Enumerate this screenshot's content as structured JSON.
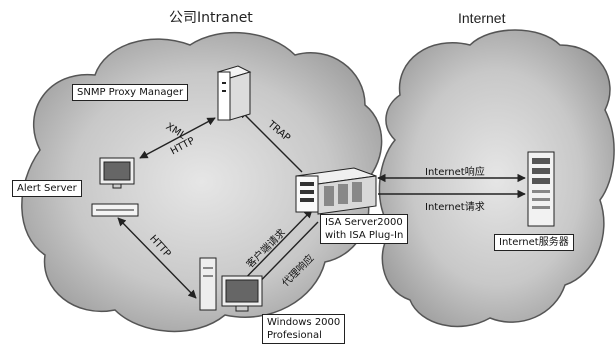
{
  "titles": {
    "intranet": "公司Intranet",
    "internet": "Internet"
  },
  "nodes": {
    "snmp_proxy_manager": "SNMP Proxy Manager",
    "alert_server": "Alert Server",
    "isa_server": "ISA Server2000\nwith ISA Plug-In",
    "windows_client": "Windows 2000\nProfesional",
    "internet_server": "Internet服务器"
  },
  "links": {
    "xml": "XML",
    "http_upper": "HTTP",
    "trap": "TRAP",
    "http_lower": "HTTP",
    "client_request": "客户端请求",
    "proxy_response": "代理响应",
    "internet_response": "Internet响应",
    "internet_request": "Internet请求"
  }
}
